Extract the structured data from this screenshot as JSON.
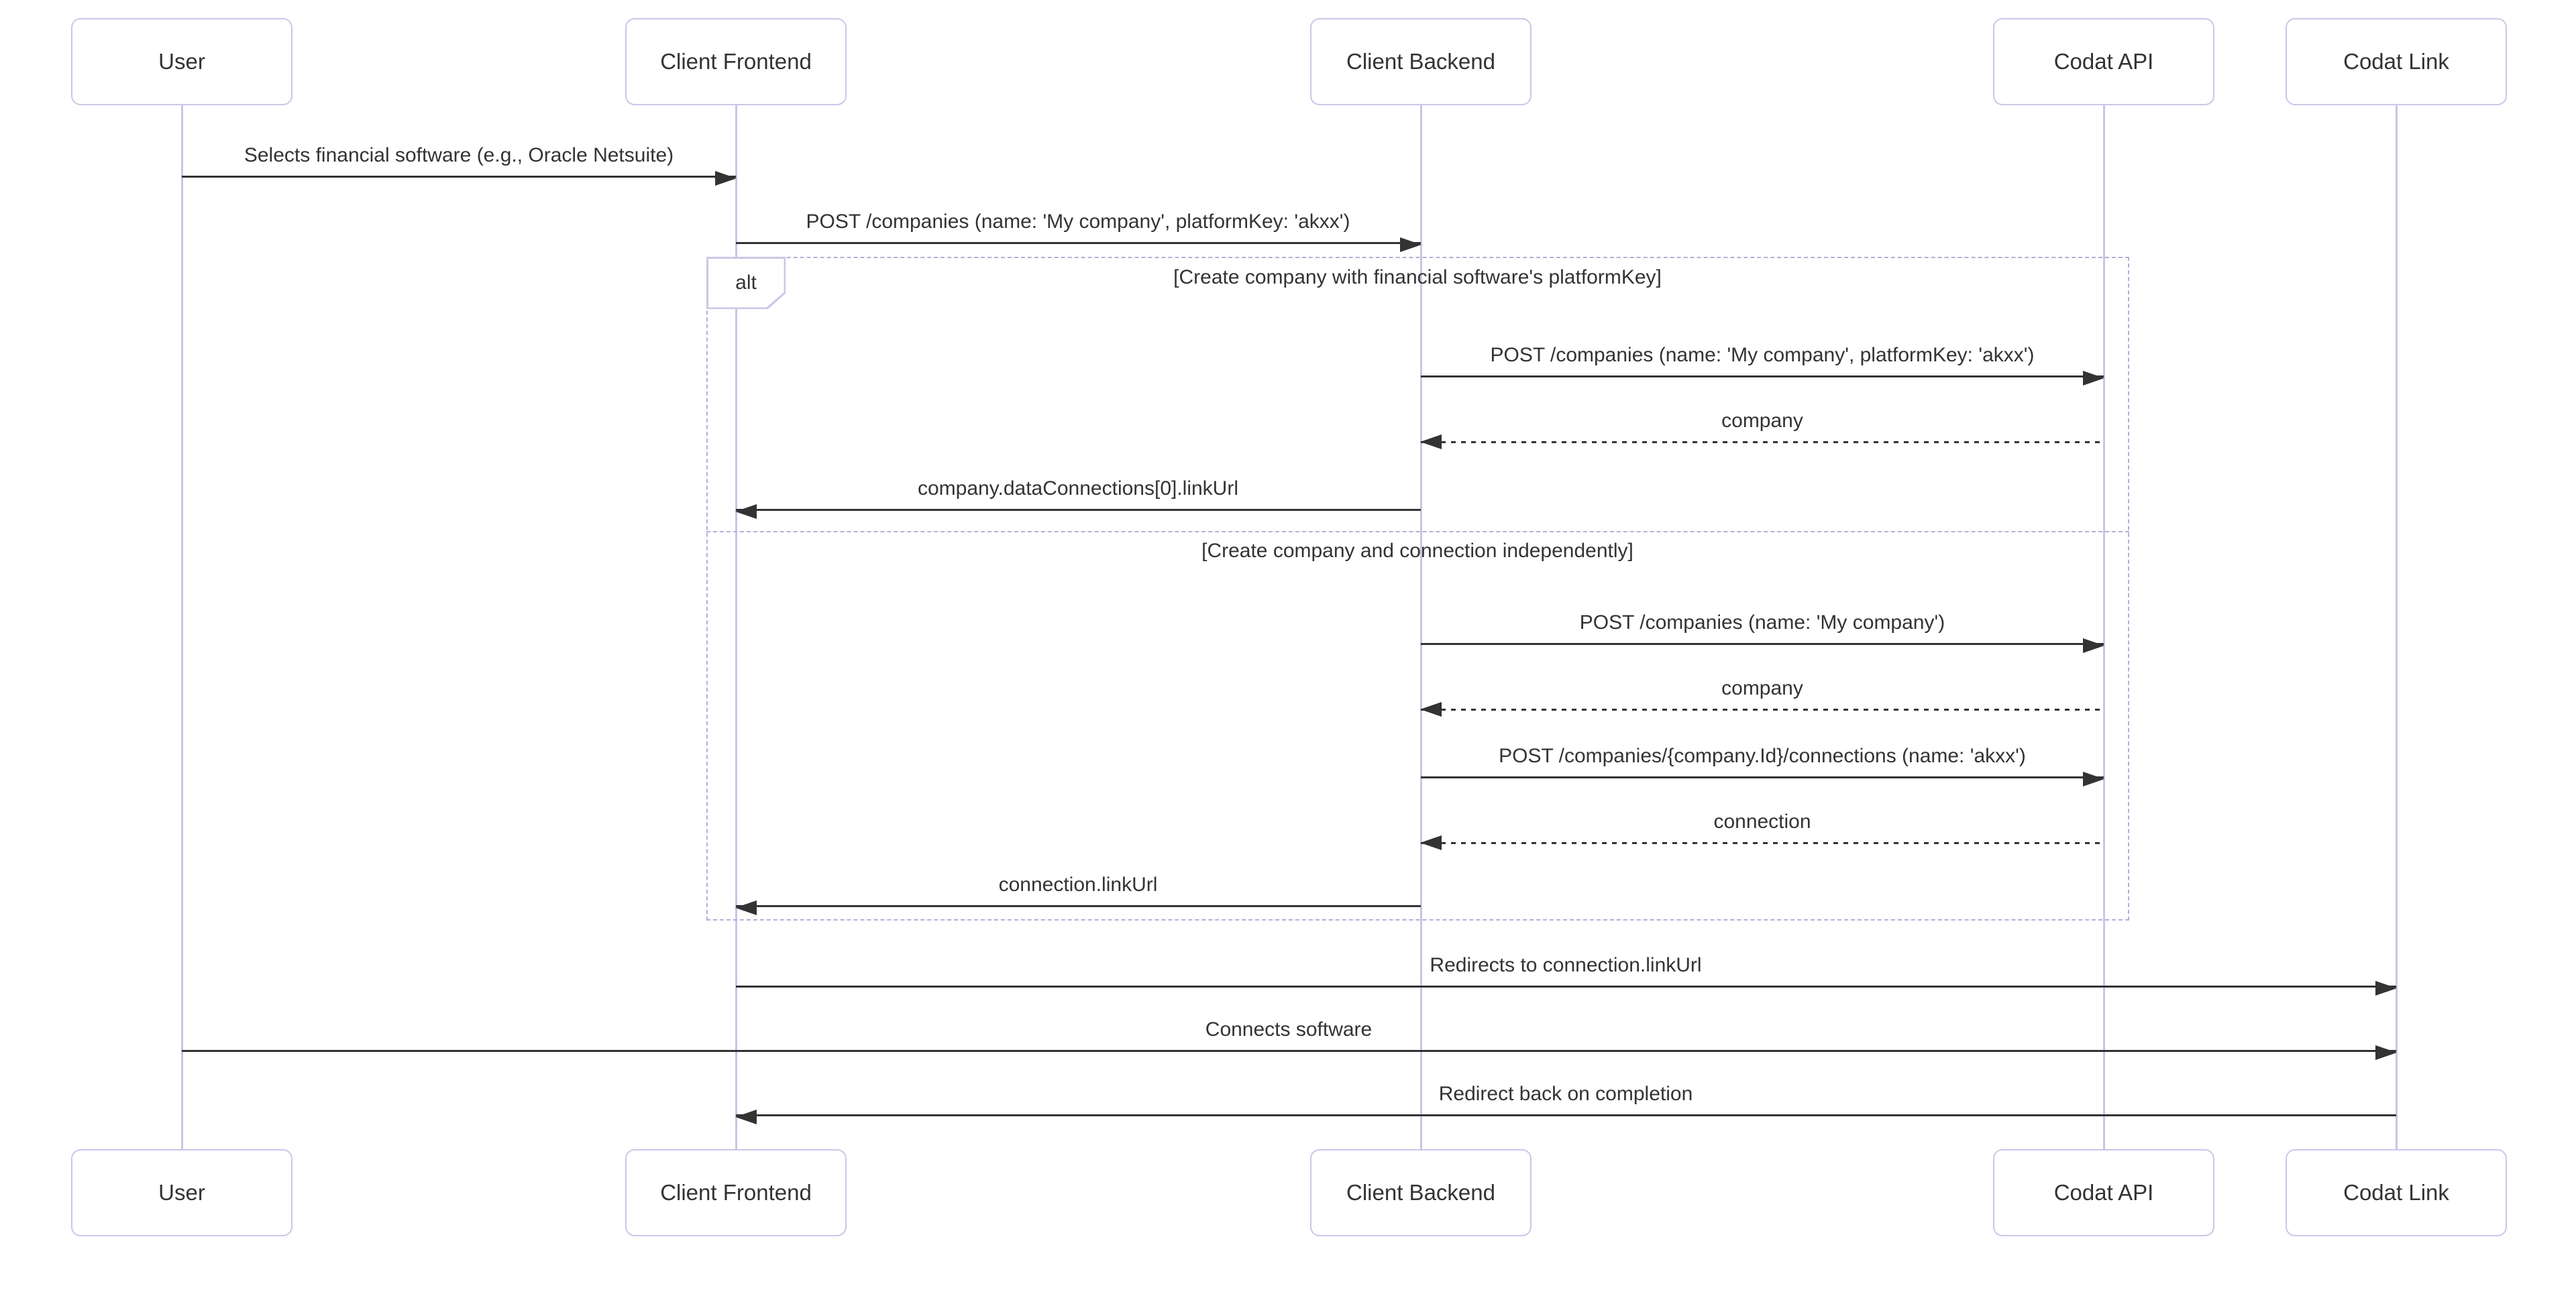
{
  "diagram": {
    "type": "sequence-diagram",
    "colors": {
      "background": "#ffffff",
      "text": "#333333",
      "arrow": "#333333",
      "actor_border": "#c8c8e8",
      "lifeline": "#c6c6e8",
      "alt_frame_border": "#b0b0d8"
    },
    "participants": [
      {
        "name": "User"
      },
      {
        "name": "Client Frontend"
      },
      {
        "name": "Client Backend"
      },
      {
        "name": "Codat API"
      },
      {
        "name": "Codat Link"
      }
    ],
    "messages": [
      {
        "from": "User",
        "to": "Client Frontend",
        "style": "solid",
        "text": "Selects financial software (e.g., Oracle Netsuite)"
      },
      {
        "from": "Client Frontend",
        "to": "Client Backend",
        "style": "solid",
        "text": "POST /companies (name: 'My company', platformKey: 'akxx')"
      },
      {
        "from": "Client Backend",
        "to": "Codat API",
        "style": "solid",
        "text": "POST /companies (name: 'My company', platformKey: 'akxx')"
      },
      {
        "from": "Codat API",
        "to": "Client Backend",
        "style": "dashed",
        "text": "company"
      },
      {
        "from": "Client Backend",
        "to": "Client Frontend",
        "style": "solid",
        "text": "company.dataConnections[0].linkUrl"
      },
      {
        "from": "Client Backend",
        "to": "Codat API",
        "style": "solid",
        "text": "POST /companies (name: 'My company')"
      },
      {
        "from": "Codat API",
        "to": "Client Backend",
        "style": "dashed",
        "text": "company"
      },
      {
        "from": "Client Backend",
        "to": "Codat API",
        "style": "solid",
        "text": "POST /companies/{company.Id}/connections (name: 'akxx')"
      },
      {
        "from": "Codat API",
        "to": "Client Backend",
        "style": "dashed",
        "text": "connection"
      },
      {
        "from": "Client Backend",
        "to": "Client Frontend",
        "style": "solid",
        "text": "connection.linkUrl"
      },
      {
        "from": "Client Frontend",
        "to": "Codat Link",
        "style": "solid",
        "text": "Redirects to connection.linkUrl"
      },
      {
        "from": "User",
        "to": "Codat Link",
        "style": "solid",
        "text": "Connects software"
      },
      {
        "from": "Codat Link",
        "to": "Client Frontend",
        "style": "solid",
        "text": "Redirect back on completion"
      }
    ],
    "alt_block": {
      "label": "alt",
      "sections": [
        {
          "title": "[Create company with financial software's platformKey]"
        },
        {
          "title": "[Create company and connection independently]"
        }
      ]
    }
  }
}
